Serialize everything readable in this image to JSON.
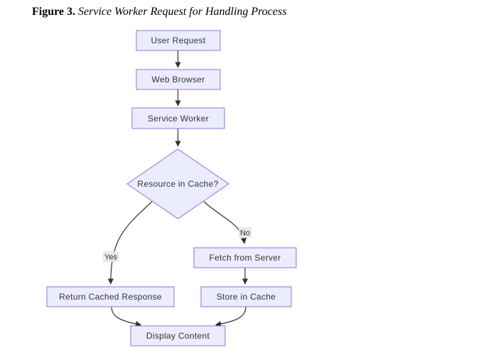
{
  "figure": {
    "label": "Figure 3.",
    "title": "Service Worker Request for Handling Process"
  },
  "flowchart": {
    "type": "flowchart",
    "nodes": {
      "user_request": "User Request",
      "web_browser": "Web Browser",
      "service_worker": "Service Worker",
      "resource_in_cache": "Resource in Cache?",
      "fetch_from_server": "Fetch from Server",
      "return_cached_response": "Return Cached Response",
      "store_in_cache": "Store in Cache",
      "display_content": "Display Content"
    },
    "edge_labels": {
      "yes": "Yes",
      "no": "No"
    },
    "edges": [
      {
        "from": "user_request",
        "to": "web_browser"
      },
      {
        "from": "web_browser",
        "to": "service_worker"
      },
      {
        "from": "service_worker",
        "to": "resource_in_cache"
      },
      {
        "from": "resource_in_cache",
        "to": "return_cached_response",
        "label": "Yes"
      },
      {
        "from": "resource_in_cache",
        "to": "fetch_from_server",
        "label": "No"
      },
      {
        "from": "fetch_from_server",
        "to": "store_in_cache"
      },
      {
        "from": "return_cached_response",
        "to": "display_content"
      },
      {
        "from": "store_in_cache",
        "to": "display_content"
      }
    ],
    "colors": {
      "node_fill": "#ECECFF",
      "node_border": "#9370DB",
      "edge": "#333333",
      "node_text": "#333333",
      "edge_label_bg": "#e8e8e8",
      "background": "#ffffff"
    }
  }
}
